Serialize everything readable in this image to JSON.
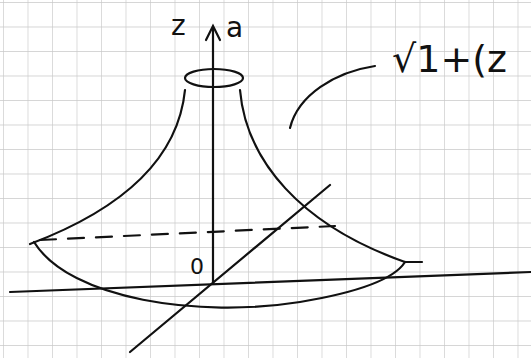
{
  "diagram": {
    "labels": [
      "z",
      "a",
      "0",
      "√1+(z"
    ]
  }
}
